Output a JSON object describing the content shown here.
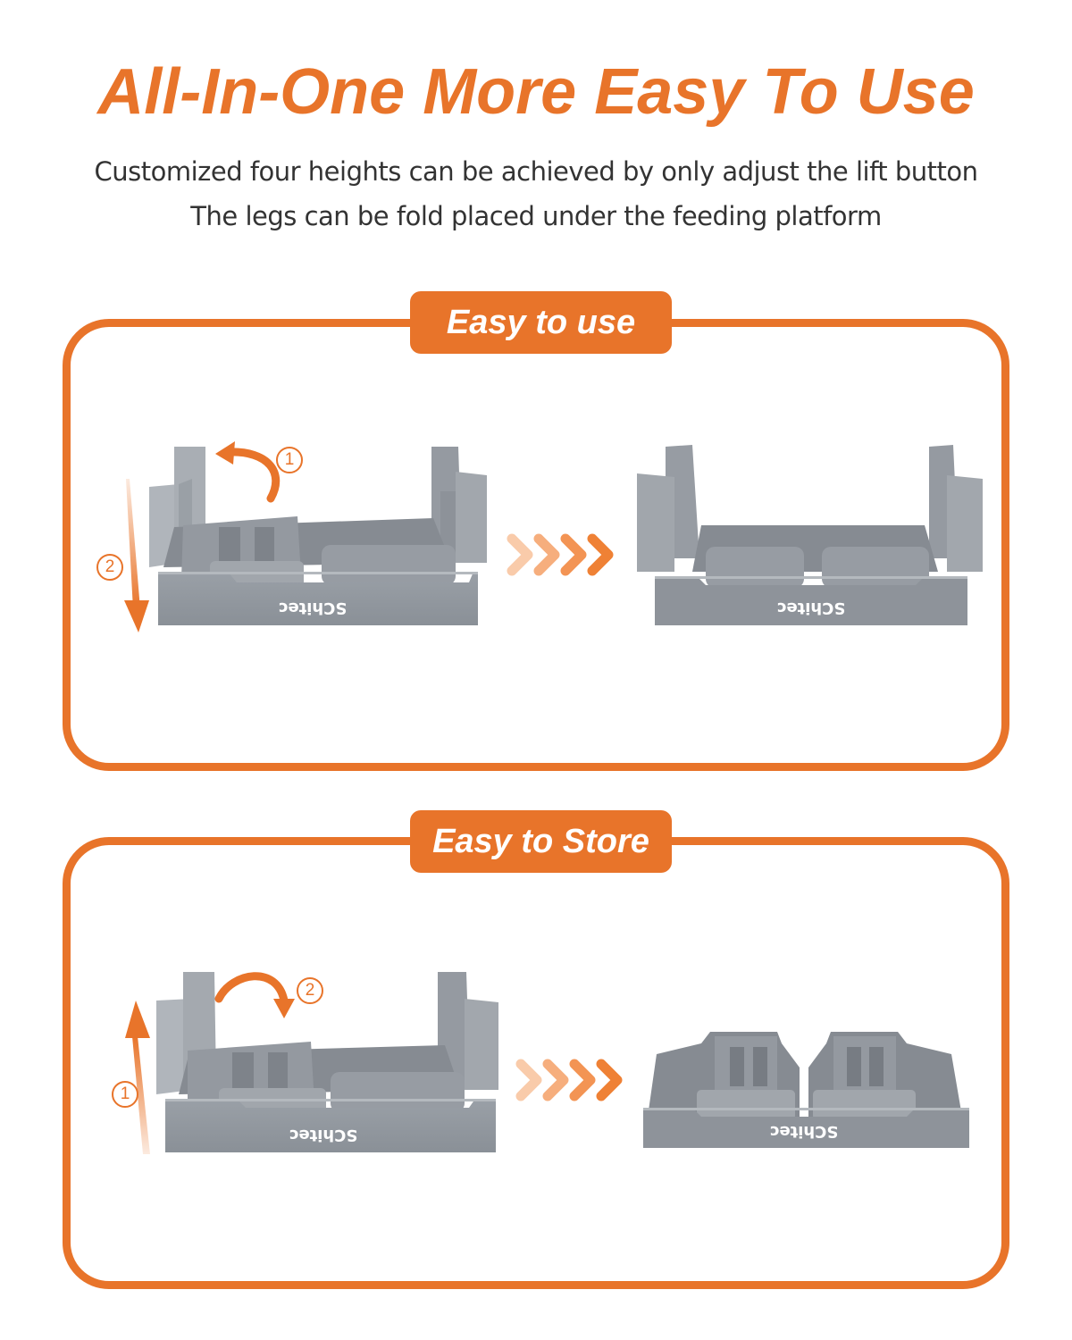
{
  "header": {
    "title": "All-In-One More Easy To Use",
    "subtitle_lines": [
      "Customized four heights can be achieved by only adjust the lift button",
      "The legs can be fold placed under the feeding platform"
    ]
  },
  "colors": {
    "accent": "#E8742A",
    "product_gray": "#8E939A",
    "text": "#333333"
  },
  "sections": [
    {
      "label": "Easy to use",
      "steps": [
        {
          "number": "1",
          "action": "rotate leg up",
          "arrow": "curved-arrow-counterclockwise"
        },
        {
          "number": "2",
          "action": "push down",
          "arrow": "arrow-down"
        }
      ],
      "before_image": "feeder-one-leg-folded",
      "transition": "chevrons-right",
      "after_image": "feeder-legs-up",
      "brand_mark": "SChitec"
    },
    {
      "label": "Easy to Store",
      "steps": [
        {
          "number": "1",
          "action": "lift up",
          "arrow": "arrow-up"
        },
        {
          "number": "2",
          "action": "fold leg down",
          "arrow": "curved-arrow-clockwise"
        }
      ],
      "before_image": "feeder-one-leg-folded",
      "transition": "chevrons-right",
      "after_image": "feeder-legs-folded-stored",
      "brand_mark": "SChitec"
    }
  ]
}
